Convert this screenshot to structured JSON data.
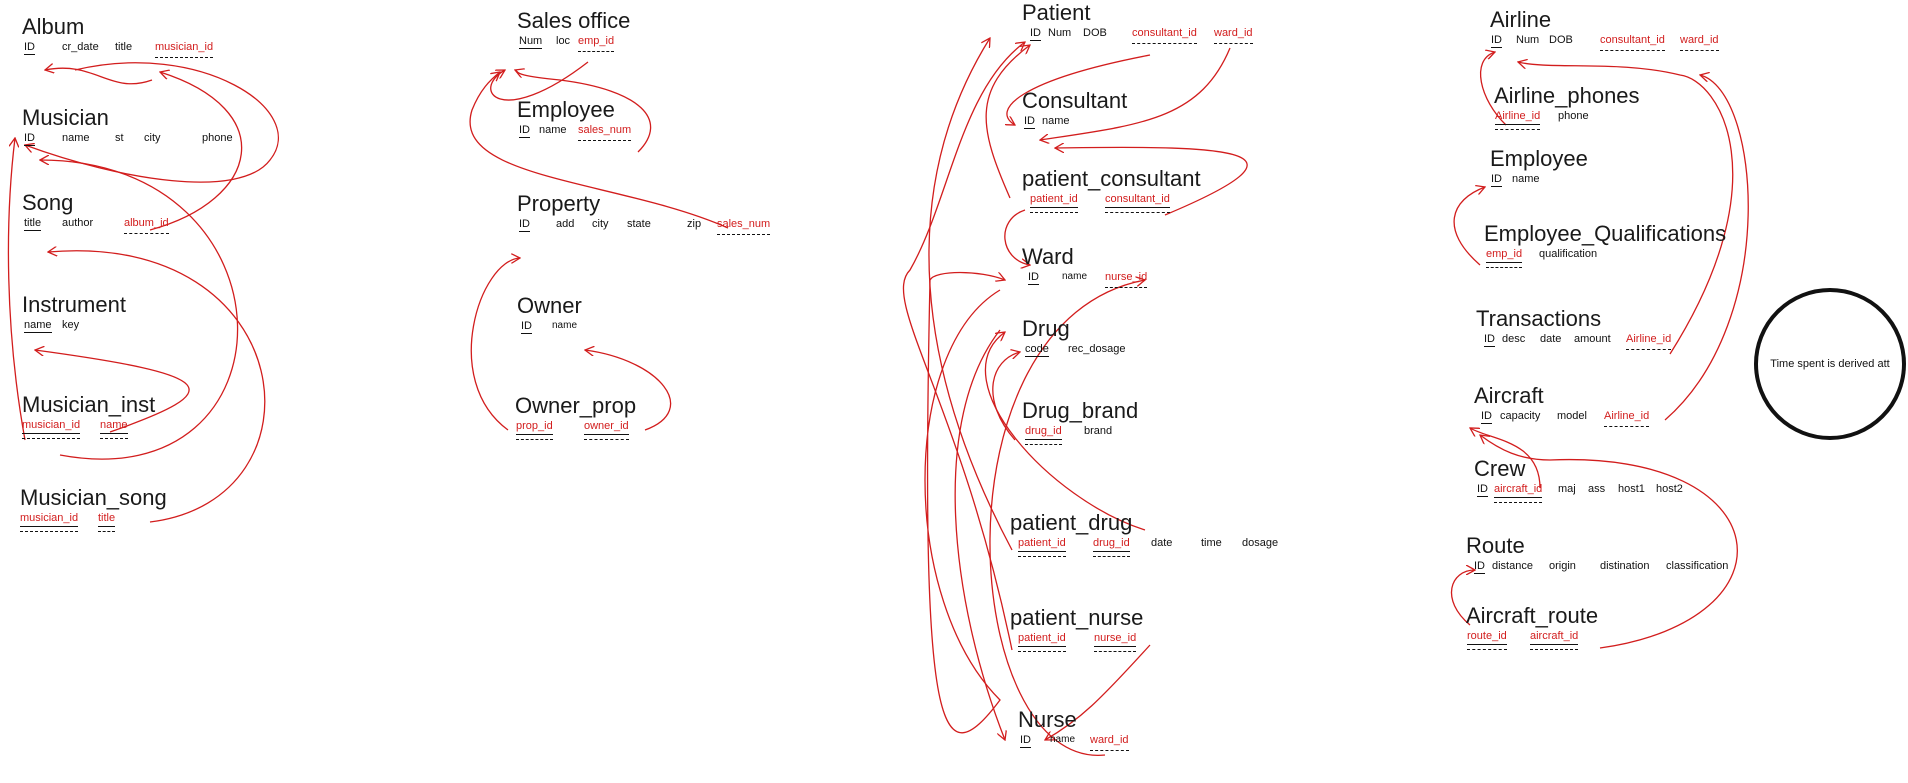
{
  "colors": {
    "foreign_key": "#d21d1d",
    "arrow": "#d21d1d",
    "text": "#111111"
  },
  "entities": {
    "album": {
      "name": "Album",
      "attrs": [
        "ID",
        "cr_date",
        "title",
        "musician_id"
      ]
    },
    "musician": {
      "name": "Musician",
      "attrs": [
        "ID",
        "name",
        "st",
        "city",
        "phone"
      ]
    },
    "song": {
      "name": "Song",
      "attrs": [
        "title",
        "author",
        "album_id"
      ]
    },
    "instrument": {
      "name": "Instrument",
      "attrs": [
        "name",
        "key"
      ]
    },
    "musician_inst": {
      "name": "Musician_inst",
      "attrs": [
        "musician_id",
        "name"
      ]
    },
    "musician_song": {
      "name": "Musician_song",
      "attrs": [
        "musician_id",
        "title"
      ]
    },
    "sales_office": {
      "name": "Sales office",
      "attrs": [
        "Num",
        "loc",
        "emp_id"
      ]
    },
    "employee": {
      "name": "Employee",
      "attrs": [
        "ID",
        "name",
        "sales_num"
      ]
    },
    "property": {
      "name": "Property",
      "attrs": [
        "ID",
        "add",
        "city",
        "state",
        "zip",
        "sales_num"
      ]
    },
    "owner": {
      "name": "Owner",
      "attrs": [
        "ID",
        "name"
      ]
    },
    "owner_prop": {
      "name": "Owner_prop",
      "attrs": [
        "prop_id",
        "owner_id"
      ]
    },
    "patient": {
      "name": "Patient",
      "attrs": [
        "ID",
        "Num",
        "DOB",
        "consultant_id",
        "ward_id"
      ]
    },
    "consultant": {
      "name": "Consultant",
      "attrs": [
        "ID",
        "name"
      ]
    },
    "patient_consultant": {
      "name": "patient_consultant",
      "attrs": [
        "patient_id",
        "consultant_id"
      ]
    },
    "ward": {
      "name": "Ward",
      "attrs": [
        "ID",
        "name",
        "nurse_id"
      ]
    },
    "drug": {
      "name": "Drug",
      "attrs": [
        "code",
        "rec_dosage"
      ]
    },
    "drug_brand": {
      "name": "Drug_brand",
      "attrs": [
        "drug_id",
        "brand"
      ]
    },
    "patient_drug": {
      "name": "patient_drug",
      "attrs": [
        "patient_id",
        "drug_id",
        "date",
        "time",
        "dosage"
      ]
    },
    "patient_nurse": {
      "name": "patient_nurse",
      "attrs": [
        "patient_id",
        "nurse_id"
      ]
    },
    "nurse": {
      "name": "Nurse",
      "attrs": [
        "ID",
        "name",
        "ward_id"
      ]
    },
    "airline": {
      "name": "Airline",
      "attrs": [
        "ID",
        "Num",
        "DOB",
        "consultant_id",
        "ward_id"
      ]
    },
    "airline_phones": {
      "name": "Airline_phones",
      "attrs": [
        "Airline_id",
        "phone"
      ]
    },
    "employee2": {
      "name": "Employee",
      "attrs": [
        "ID",
        "name"
      ]
    },
    "employee_qualifications": {
      "name": "Employee_Qualifications",
      "attrs": [
        "emp_id",
        "qualification"
      ]
    },
    "transactions": {
      "name": "Transactions",
      "attrs": [
        "ID",
        "desc",
        "date",
        "amount",
        "Airline_id"
      ]
    },
    "aircraft": {
      "name": "Aircraft",
      "attrs": [
        "ID",
        "capacity",
        "model",
        "Airline_id"
      ]
    },
    "crew": {
      "name": "Crew",
      "attrs": [
        "ID",
        "aircraft_id",
        "maj",
        "ass",
        "host1",
        "host2"
      ]
    },
    "route": {
      "name": "Route",
      "attrs": [
        "ID",
        "distance",
        "origin",
        "distination",
        "classification"
      ]
    },
    "aircraft_route": {
      "name": "Aircraft_route",
      "attrs": [
        "route_id",
        "aircraft_id"
      ]
    }
  },
  "note": "Time spent  is derived att"
}
